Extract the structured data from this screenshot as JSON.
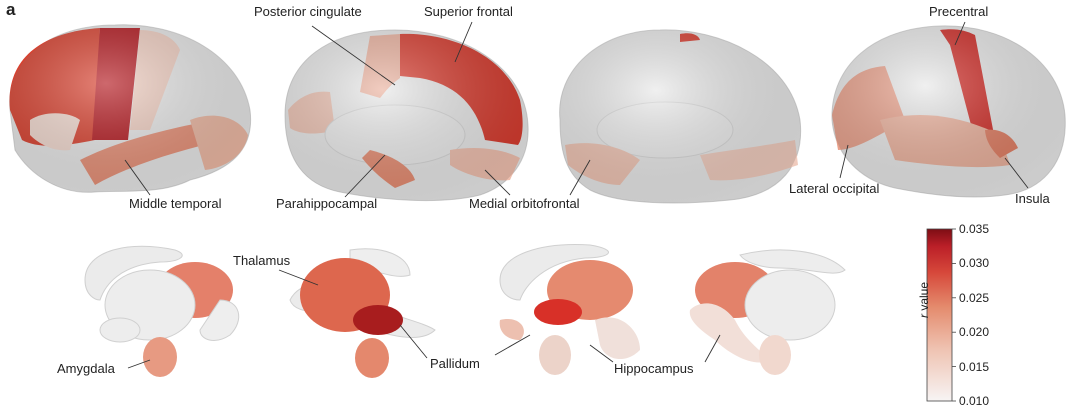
{
  "panel_label": "a",
  "labels": {
    "posterior_cingulate": "Posterior cingulate",
    "superior_frontal": "Superior frontal",
    "precentral": "Precentral",
    "middle_temporal": "Middle temporal",
    "parahippocampal": "Parahippocampal",
    "medial_orbitofrontal": "Medial orbitofrontal",
    "lateral_occipital": "Lateral occipital",
    "insula": "Insula",
    "thalamus": "Thalamus",
    "amygdala": "Amygdala",
    "pallidum": "Pallidum",
    "hippocampus": "Hippocampus"
  },
  "colorbar": {
    "title_italic": "r",
    "title_rest": " value",
    "ticks": [
      "0.035",
      "0.030",
      "0.025",
      "0.020",
      "0.015",
      "0.010"
    ],
    "min": 0.01,
    "max": 0.035,
    "colors": [
      "#f6f3f3",
      "#efc0ae",
      "#e48b6d",
      "#d9523d",
      "#c1272c",
      "#7f0e14"
    ]
  },
  "colors": {
    "cortex_base": "#e7e7e7",
    "low": "#f0d2c6",
    "mid": "#e79077",
    "high": "#d33a2c",
    "max": "#a3131b"
  }
}
